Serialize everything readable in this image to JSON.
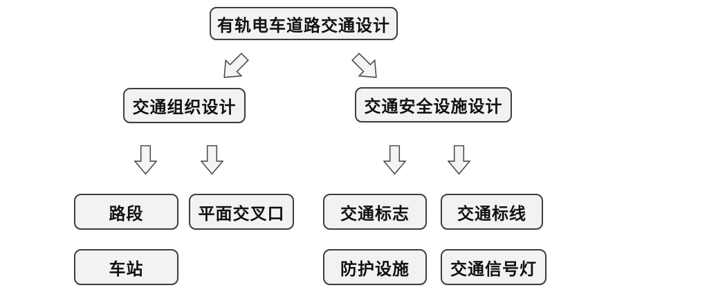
{
  "flowchart": {
    "root": {
      "label": "有轨电车道路交通设计"
    },
    "branches": [
      {
        "label": "交通组织设计",
        "children": [
          "路段",
          "平面交叉口",
          "车站"
        ]
      },
      {
        "label": "交通安全设施设计",
        "children": [
          "交通标志",
          "交通标线",
          "防护设施",
          "交通信号灯"
        ]
      }
    ]
  },
  "icons": {
    "down_left_arrow": "block-arrow-down-left",
    "down_right_arrow": "block-arrow-down-right",
    "down_arrow": "block-arrow-down"
  },
  "colors": {
    "background": "#ffffff",
    "box_fill": "#f2f2f2",
    "box_border": "#3d3d3d",
    "arrow_fill": "#f4f4f4",
    "arrow_stroke": "#4a4a4a",
    "text": "#111111"
  }
}
